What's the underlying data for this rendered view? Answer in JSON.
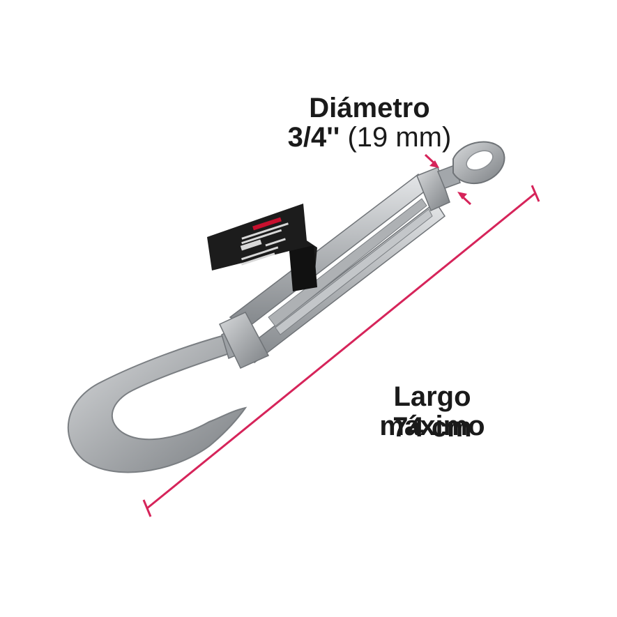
{
  "diameter": {
    "title": "Diámetro",
    "value": "3/4''",
    "metric": "(19 mm)"
  },
  "length": {
    "title": "Largo máximo",
    "value": "74 cm"
  },
  "colors": {
    "dimension_line": "#d6245a",
    "metal": "#b9bcbf",
    "tag": "#1c1c1c"
  }
}
